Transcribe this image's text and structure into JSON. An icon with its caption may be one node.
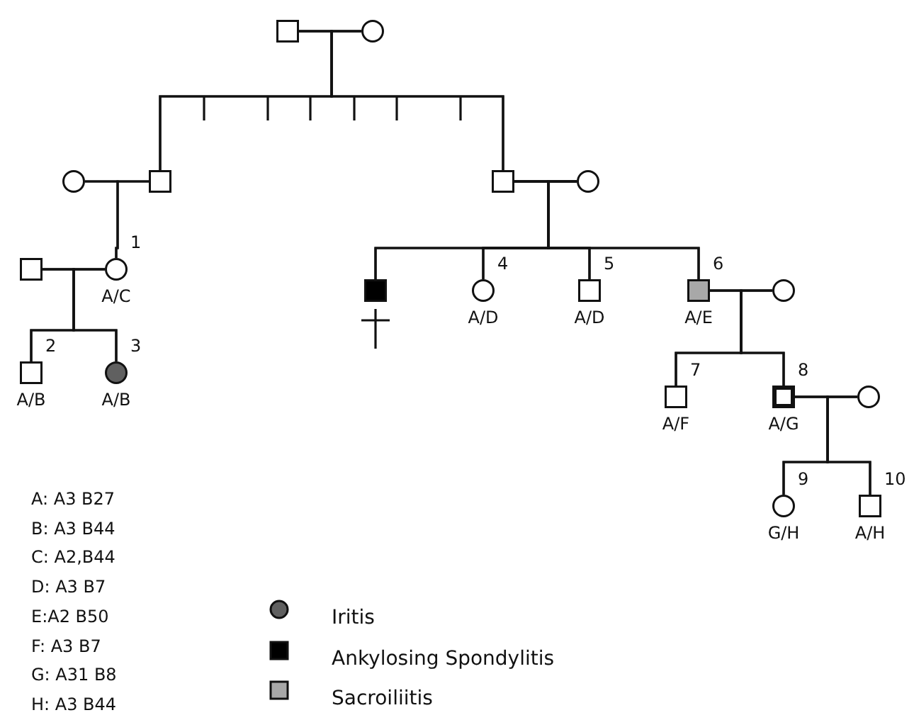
{
  "diagram": {
    "nodes": [
      {
        "text": [],
        "shape": "box"
      },
      {
        "text": [],
        "shape": "circle"
      },
      {
        "text": [],
        "shape": "circle"
      },
      {
        "text": [],
        "shape": "box"
      },
      {
        "text": [],
        "shape": "box"
      },
      {
        "text": [],
        "shape": "circle"
      },
      {
        "text": [],
        "shape": "box"
      },
      {
        "text": [],
        "shape": "circle",
        "beside": [
          "1",
          "A/C"
        ]
      },
      {
        "text": [],
        "shape": "box"
      },
      {
        "text": [],
        "shape": "circle",
        "beside": [
          "4",
          "A/D"
        ]
      },
      {
        "text": [],
        "shape": "box",
        "beside": [
          "5",
          "A/D"
        ]
      },
      {
        "text": [],
        "shape": "box",
        "beside": [
          "6",
          "A/E"
        ]
      },
      {
        "text": [],
        "shape": "circle"
      },
      {
        "text": [],
        "shape": "box",
        "beside": [
          "2",
          "A/B"
        ]
      },
      {
        "text": [],
        "shape": "circle",
        "beside": [
          "3",
          "A/B"
        ]
      },
      {
        "text": [],
        "shape": "box",
        "beside": [
          "7",
          "A/F"
        ]
      },
      {
        "text": [],
        "shape": "box",
        "beside": [
          "8",
          "A/G"
        ]
      },
      {
        "text": [],
        "shape": "circle"
      },
      {
        "text": [],
        "shape": "circle",
        "beside": [
          "9",
          "G/H"
        ]
      },
      {
        "text": [],
        "shape": "box",
        "beside": [
          "10",
          "A/H"
        ]
      }
    ],
    "edges": [
      {
        "from": 0,
        "to": 1,
        "arrow": "none"
      },
      {
        "from": 0,
        "to": 3,
        "arrow": "none"
      },
      {
        "from": 1,
        "to": 3,
        "arrow": "none"
      },
      {
        "from": 0,
        "to": 4,
        "arrow": "none"
      },
      {
        "from": 1,
        "to": 4,
        "arrow": "none"
      },
      {
        "from": 2,
        "to": 3,
        "arrow": "none"
      },
      {
        "from": 4,
        "to": 5,
        "arrow": "none"
      },
      {
        "from": 2,
        "to": 7,
        "arrow": "none"
      },
      {
        "from": 3,
        "to": 7,
        "arrow": "none"
      },
      {
        "from": 4,
        "to": 8,
        "arrow": "none"
      },
      {
        "from": 5,
        "to": 8,
        "arrow": "none"
      },
      {
        "from": 4,
        "to": 9,
        "arrow": "none"
      },
      {
        "from": 5,
        "to": 9,
        "arrow": "none"
      },
      {
        "from": 4,
        "to": 10,
        "arrow": "none"
      },
      {
        "from": 5,
        "to": 10,
        "arrow": "none"
      },
      {
        "from": 4,
        "to": 11,
        "arrow": "none"
      },
      {
        "from": 5,
        "to": 11,
        "arrow": "none"
      },
      {
        "from": 6,
        "to": 7,
        "arrow": "none"
      },
      {
        "from": 11,
        "to": 12,
        "arrow": "none"
      },
      {
        "from": 6,
        "to": 13,
        "arrow": "none"
      },
      {
        "from": 7,
        "to": 13,
        "arrow": "none"
      },
      {
        "from": 6,
        "to": 14,
        "arrow": "none"
      },
      {
        "from": 7,
        "to": 14,
        "arrow": "none"
      },
      {
        "from": 11,
        "to": 15,
        "arrow": "none"
      },
      {
        "from": 12,
        "to": 15,
        "arrow": "none"
      },
      {
        "from": 11,
        "to": 16,
        "arrow": "none"
      },
      {
        "from": 12,
        "to": 16,
        "arrow": "none"
      },
      {
        "from": 16,
        "to": 17,
        "arrow": "none"
      },
      {
        "from": 16,
        "to": 18,
        "arrow": "none"
      },
      {
        "from": 17,
        "to": 18,
        "arrow": "none"
      },
      {
        "from": 16,
        "to": 19,
        "arrow": "none"
      },
      {
        "from": 17,
        "to": 19,
        "arrow": "none"
      }
    ],
    "labels": [
      "A: A3 B27",
      "B: A3 B44",
      "C: A2,B44",
      "D: A3 B7",
      "E:A2 B50",
      "F: A3 B7",
      "G: A31 B8",
      "H: A3 B44"
    ],
    "legend": [
      {
        "text": "Iritis",
        "color": "#606060"
      },
      {
        "text": "Ankylosing Spondylitis",
        "color": "#000000"
      },
      {
        "text": "Sacroiliitis",
        "color": "#a8a8a8"
      }
    ]
  }
}
